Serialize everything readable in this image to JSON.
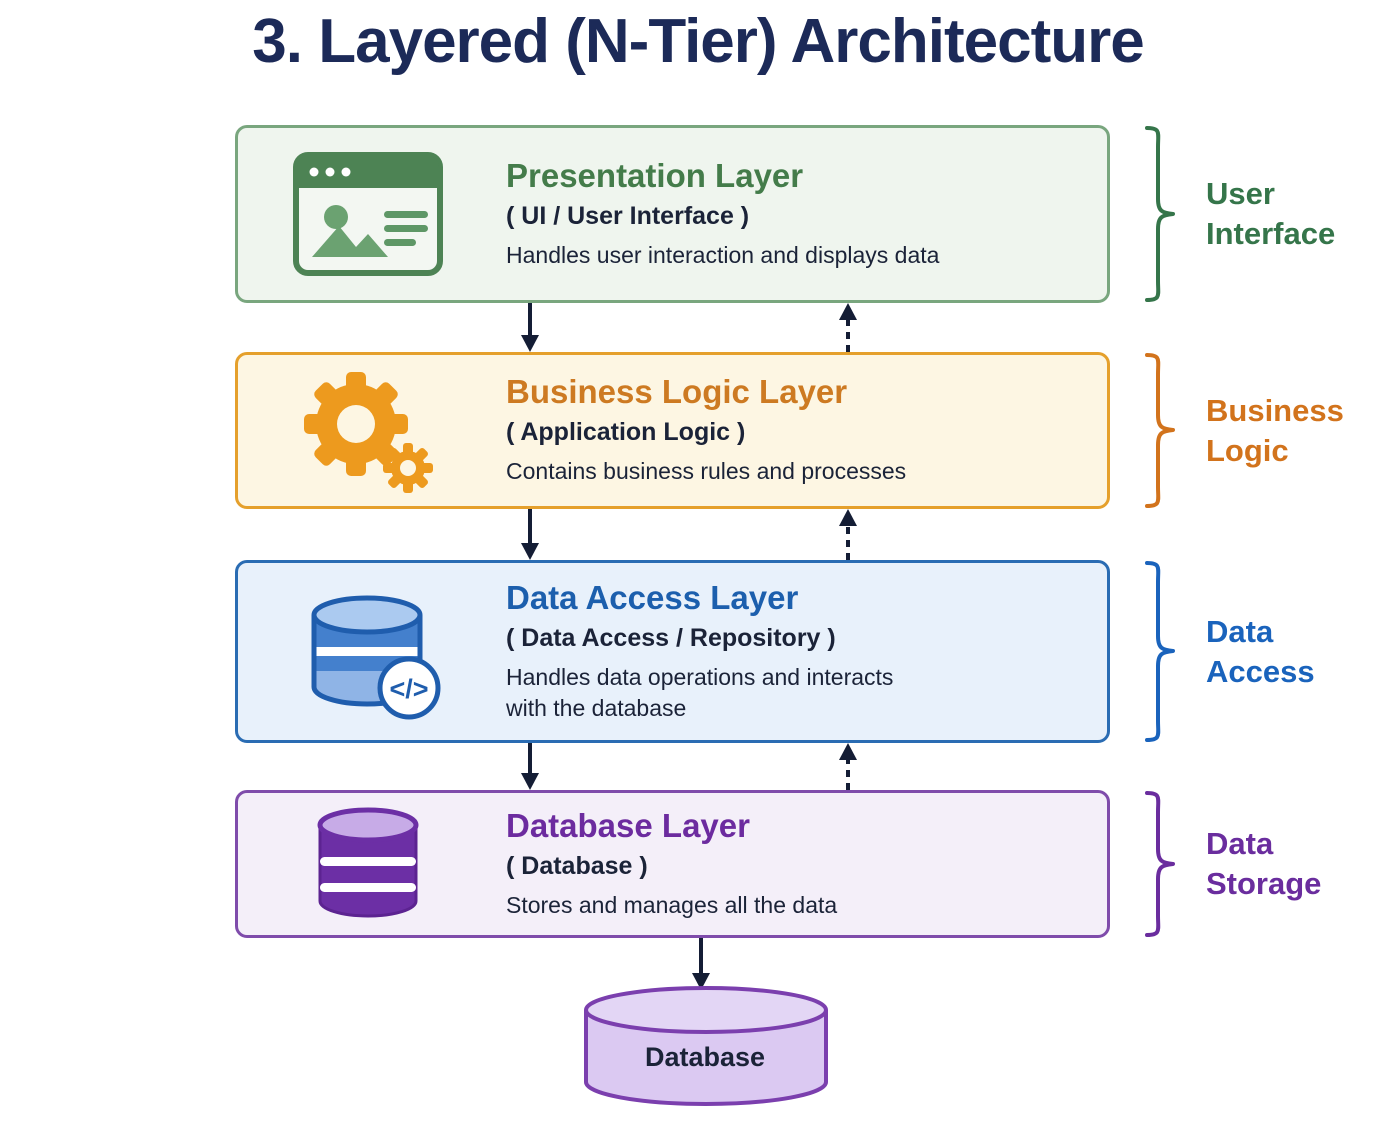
{
  "title": "3. Layered (N-Tier) Architecture",
  "layers": [
    {
      "name": "Presentation Layer",
      "subtitle": "( UI / User Interface )",
      "description": "Handles user interaction and displays data",
      "side_label": "User\nInterface",
      "icon": "browser-window-icon",
      "accent_color": "#447c4a",
      "border_color": "#79a67e",
      "bg_color": "#eff5ee"
    },
    {
      "name": "Business Logic Layer",
      "subtitle": "( Application Logic )",
      "description": "Contains business rules and processes",
      "side_label": "Business\nLogic",
      "icon": "gears-icon",
      "accent_color": "#cd7a22",
      "border_color": "#e5a02c",
      "bg_color": "#fdf6e3"
    },
    {
      "name": "Data Access Layer",
      "subtitle": "( Data Access / Repository )",
      "description": "Handles data operations and interacts\nwith the database",
      "side_label": "Data\nAccess",
      "icon": "database-code-icon",
      "badge": "</>",
      "accent_color": "#1c5fad",
      "border_color": "#2a6cb3",
      "bg_color": "#e8f1fb"
    },
    {
      "name": "Database Layer",
      "subtitle": "( Database )",
      "description": "Stores and manages all the data",
      "side_label": "Data\nStorage",
      "icon": "database-icon",
      "accent_color": "#6c2b9f",
      "border_color": "#7f4cab",
      "bg_color": "#f4eff9"
    }
  ],
  "database_node": {
    "label": "Database"
  },
  "colors": {
    "title_text": "#1c2a58",
    "body_text": "#1b2338",
    "arrow": "#141d35",
    "db_cylinder_fill": "#dbc9f2",
    "db_cylinder_border": "#7b3fae"
  }
}
